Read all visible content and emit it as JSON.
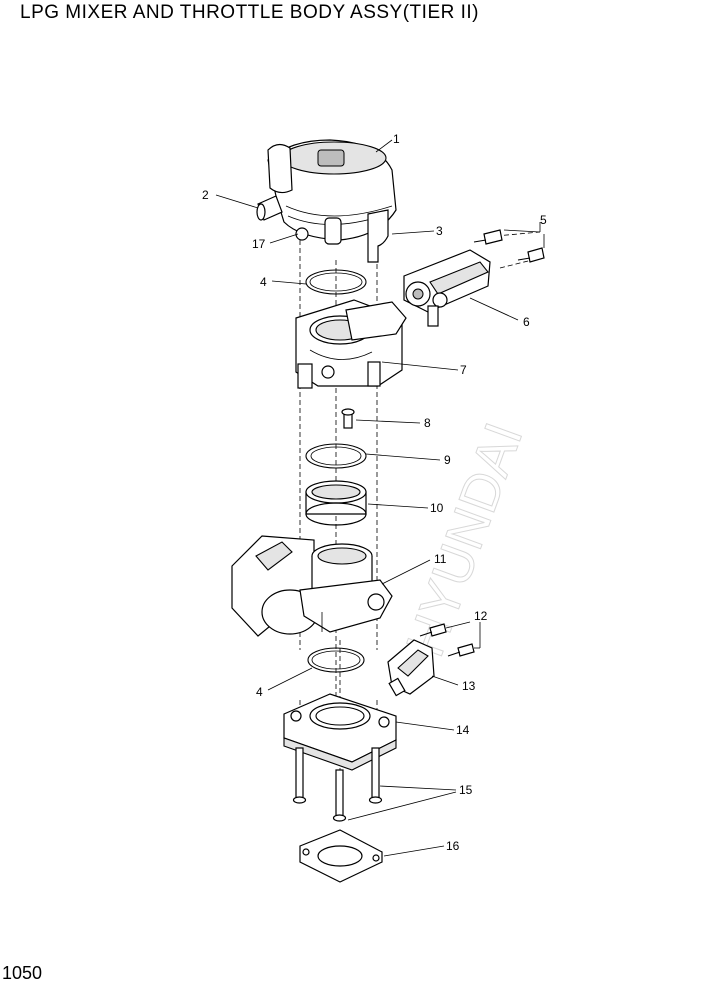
{
  "title": "LPG MIXER AND THROTTLE BODY ASSY(TIER II)",
  "page_number": "1050",
  "callouts": [
    "1",
    "2",
    "3",
    "4",
    "5",
    "6",
    "7",
    "8",
    "9",
    "10",
    "11",
    "12",
    "13",
    "14",
    "15",
    "16",
    "17"
  ]
}
